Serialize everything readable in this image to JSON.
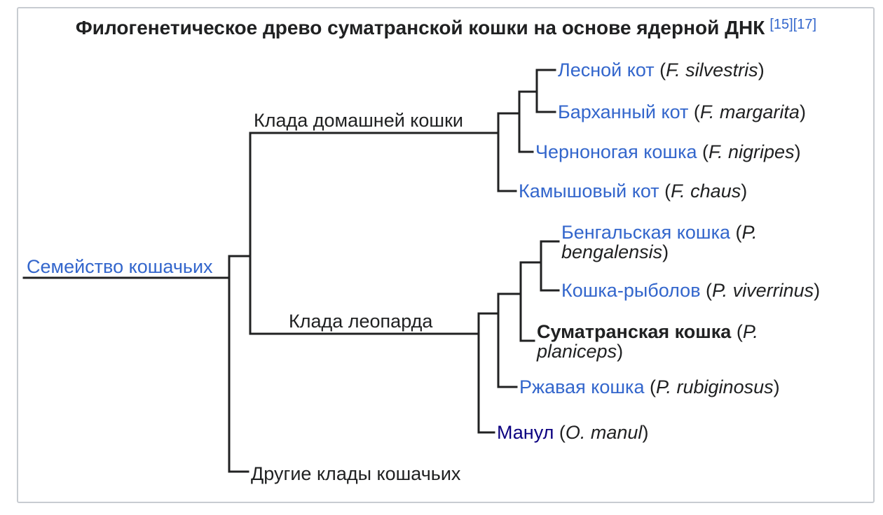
{
  "colors": {
    "link": "#3366cc",
    "visited_link": "#0b0080",
    "text": "#202122",
    "line": "#202122",
    "box_border": "#c8ccd1",
    "background": "#ffffff"
  },
  "title": {
    "text": "Филогенетическое древо суматранской кошки на основе ядерной ДНК",
    "refs": [
      "[15]",
      "[17]"
    ]
  },
  "tree": {
    "root_label": "Семейство кошачьих",
    "clade_domestic_label": "Клада домашней кошки",
    "clade_leopard_label": "Клада леопарда",
    "other_clades_label": "Другие клады кошачьих",
    "paren_open": " (",
    "paren_close": ")",
    "species": [
      {
        "name": "Лесной кот",
        "sci": "F. silvestris"
      },
      {
        "name": "Барханный кот",
        "sci": "F. margarita"
      },
      {
        "name": "Черноногая кошка",
        "sci": "F. nigripes"
      },
      {
        "name": "Камышовый кот",
        "sci": "F. chaus"
      },
      {
        "name": "Бенгальская кошка",
        "sci": "P. bengalensis"
      },
      {
        "name": "Кошка-рыболов",
        "sci": "P. viverrinus"
      },
      {
        "name": "Суматранская кошка",
        "sci": "P. planiceps"
      },
      {
        "name": "Ржавая кошка",
        "sci": "P. rubiginosus"
      },
      {
        "name": "Манул",
        "sci": "O. manul"
      }
    ]
  }
}
